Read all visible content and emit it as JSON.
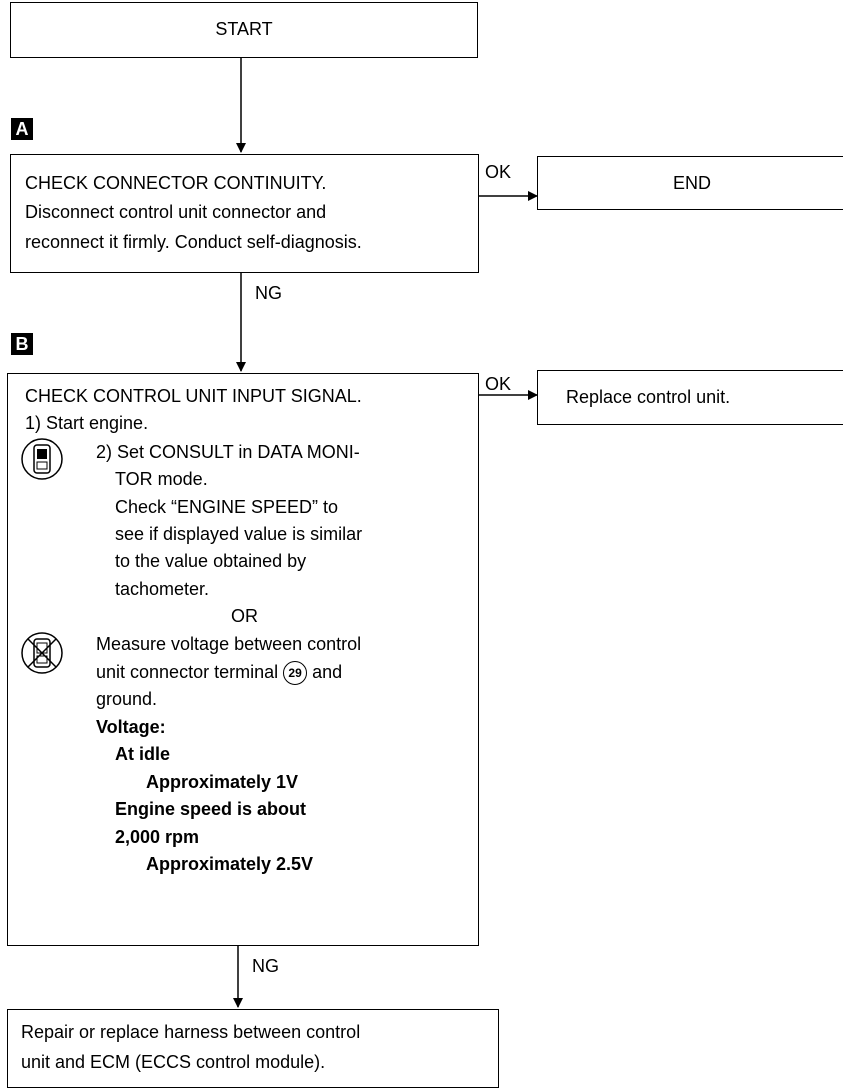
{
  "start": "START",
  "step_a": {
    "tag": "A",
    "lines": [
      "CHECK CONNECTOR CONTINUITY.",
      "Disconnect control unit connector and",
      "reconnect it firmly. Conduct self-diagnosis."
    ],
    "ok_label": "OK",
    "ok_result": "END",
    "ng_label": "NG"
  },
  "step_b": {
    "tag": "B",
    "title": "CHECK CONTROL UNIT INPUT SIGNAL.",
    "step1": "1) Start engine.",
    "consult_lines": [
      "2) Set CONSULT in DATA MONI-",
      "TOR mode.",
      "Check “ENGINE SPEED” to",
      "see if displayed value is similar",
      "to the value obtained by",
      "tachometer."
    ],
    "or": "OR",
    "measure_line1": "Measure voltage between control",
    "measure_line2_pre": "unit connector terminal",
    "terminal": "29",
    "measure_line2_post": "and",
    "measure_line3": "ground.",
    "voltage_header": "Voltage:",
    "at_idle": "At idle",
    "idle_value": "Approximately 1V",
    "engine_speed_line1": "Engine speed is about",
    "engine_speed_line2": "2,000 rpm",
    "speed_value": "Approximately 2.5V",
    "ok_label": "OK",
    "ok_result": "Replace control unit.",
    "ng_label": "NG"
  },
  "final": {
    "lines": [
      "Repair or replace harness between control",
      "unit and ECM (ECCS control module)."
    ]
  },
  "icons": {
    "consult": "consult-tester-icon",
    "no_consult": "no-consult-tester-icon"
  }
}
